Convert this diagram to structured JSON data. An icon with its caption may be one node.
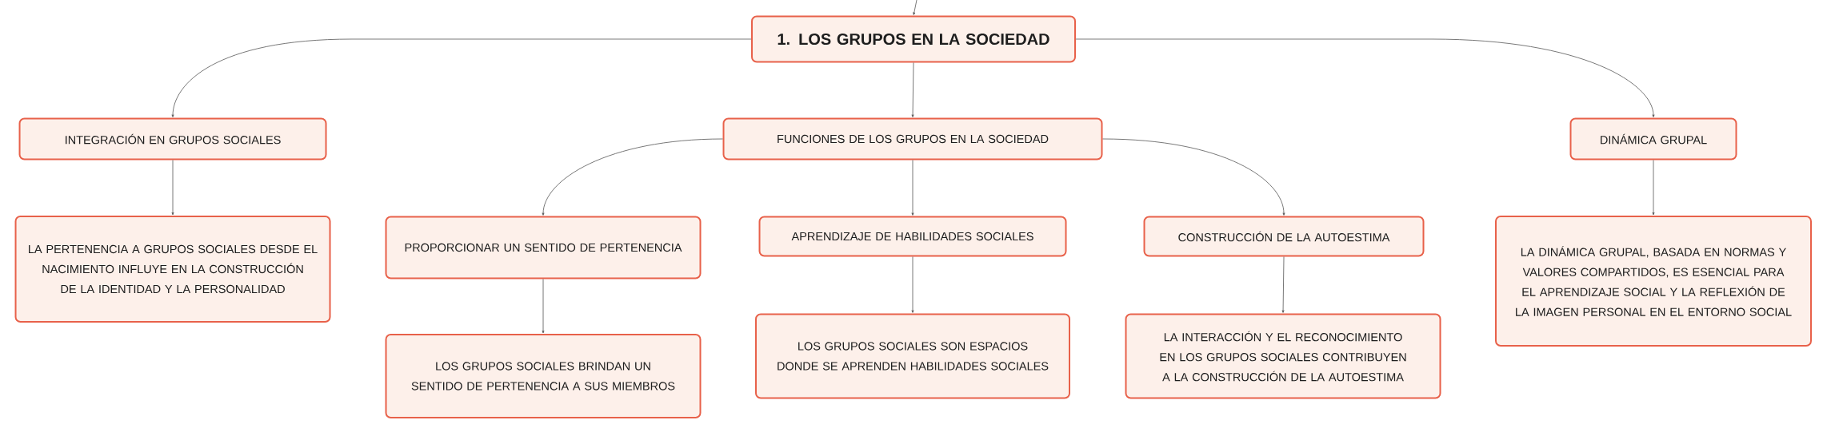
{
  "diagram": {
    "nodes": [
      {
        "text": [
          "1. LOS GRUPOS EN LA SOCIEDAD"
        ]
      },
      {
        "text": [
          "INTEGRACIÓN EN GRUPOS SOCIALES"
        ]
      },
      {
        "text": [
          "FUNCIONES DE LOS GRUPOS EN LA SOCIEDAD"
        ]
      },
      {
        "text": [
          "DINÁMICA GRUPAL"
        ]
      },
      {
        "text": [
          "LA PERTENENCIA A GRUPOS SOCIALES DESDE EL NACIMIENTO INFLUYE EN LA CONSTRUCCIÓN DE LA IDENTIDAD Y LA PERSONALIDAD"
        ]
      },
      {
        "text": [
          "PROPORCIONAR UN SENTIDO DE PERTENENCIA"
        ]
      },
      {
        "text": [
          "APRENDIZAJE DE HABILIDADES SOCIALES"
        ]
      },
      {
        "text": [
          "CONSTRUCCIÓN DE LA AUTOESTIMA"
        ]
      },
      {
        "text": [
          "LA DINÁMICA GRUPAL, BASADA EN NORMAS Y VALORES COMPARTIDOS, ES ESENCIAL PARA EL APRENDIZAJE SOCIAL Y LA REFLEXIÓN DE LA IMAGEN PERSONAL EN EL ENTORNO SOCIAL"
        ]
      },
      {
        "text": [
          "LOS GRUPOS SOCIALES BRINDAN UN SENTIDO DE PERTENENCIA A SUS MIEMBROS"
        ]
      },
      {
        "text": [
          "LOS GRUPOS SOCIALES SON ESPACIOS DONDE SE APRENDEN HABILIDADES SOCIALES"
        ]
      },
      {
        "text": [
          "LA INTERACCIÓN Y EL RECONOCIMIENTO EN LOS GRUPOS SOCIALES CONTRIBUYEN A LA CONSTRUCCIÓN DE LA AUTOESTIMA"
        ]
      }
    ],
    "edges": [
      {
        "from": null,
        "to": 0,
        "arrow": "to"
      },
      {
        "from": 0,
        "to": 1,
        "arrow": "to"
      },
      {
        "from": 0,
        "to": 2,
        "arrow": "to"
      },
      {
        "from": 0,
        "to": 3,
        "arrow": "to"
      },
      {
        "from": 1,
        "to": 4,
        "arrow": "to"
      },
      {
        "from": 2,
        "to": 5,
        "arrow": "to"
      },
      {
        "from": 2,
        "to": 6,
        "arrow": "to"
      },
      {
        "from": 2,
        "to": 7,
        "arrow": "to"
      },
      {
        "from": 3,
        "to": 8,
        "arrow": "to"
      },
      {
        "from": 5,
        "to": 9,
        "arrow": "to"
      },
      {
        "from": 6,
        "to": 10,
        "arrow": "to"
      },
      {
        "from": 7,
        "to": 11,
        "arrow": "to"
      }
    ]
  }
}
